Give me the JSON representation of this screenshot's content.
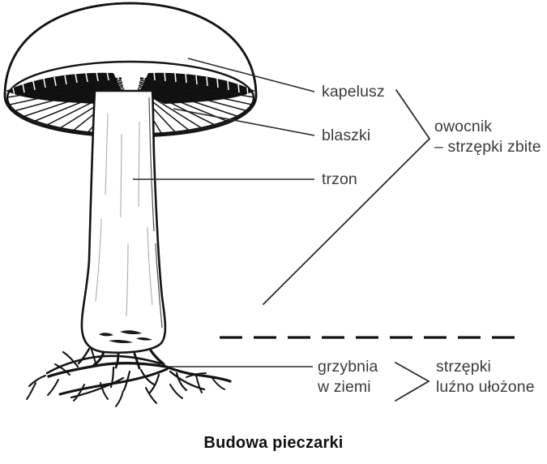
{
  "figure": {
    "caption": "Budowa pieczarki",
    "subject": "mushroom-anatomy-diagram",
    "background_color": "#ffffff",
    "ink_color": "#1a1a1a",
    "text_color": "#3b3b3b",
    "caption_color": "#111111"
  },
  "labels": {
    "cap": "kapelusz",
    "gills": "blaszki",
    "stipe": "trzon",
    "mycelium": "grzybnia\nw ziemi"
  },
  "groups": {
    "fruiting_body": "owocnik\n– strzępki zbite",
    "mycelium_group": "strzępki\nluźno ułożone"
  },
  "drawing": {
    "parts": [
      "cap-outline",
      "gill-radial-lines",
      "stipe-outline",
      "mycelium-hyphae"
    ],
    "separator": "dashed-soil-line"
  }
}
